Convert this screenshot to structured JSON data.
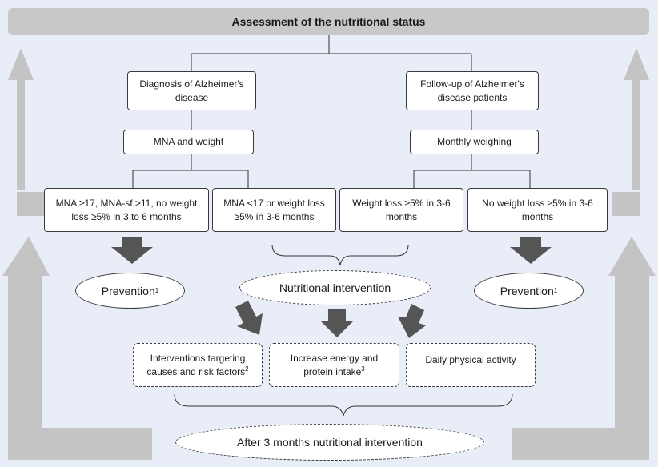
{
  "header": {
    "title": "Assessment of the nutritional status"
  },
  "left_branch": {
    "diagnosis": "Diagnosis of Alzheimer's disease",
    "mna_weight": "MNA and weight",
    "good_status": "MNA ≥17, MNA-sf >11, no weight loss ≥5% in 3 to 6 months",
    "poor_status": "MNA <17 or weight loss ≥5% in 3-6 months",
    "prevention": {
      "label": "Prevention",
      "sup": "1"
    }
  },
  "right_branch": {
    "follow_up": "Follow-up of Alzheimer's disease patients",
    "weighing": "Monthly weighing",
    "loss": "Weight loss ≥5% in 3-6 months",
    "no_loss": "No weight loss ≥5% in 3-6 months",
    "prevention": {
      "label": "Prevention",
      "sup": "1"
    }
  },
  "intervention": {
    "label": "Nutritional intervention",
    "causes": {
      "label": "Interventions targeting causes and risk factors",
      "sup": "2"
    },
    "energy": {
      "label": "Increase energy and protein intake",
      "sup": "3"
    },
    "activity": {
      "label": "Daily physical activity"
    },
    "after": "After 3 months nutritional intervention"
  },
  "colors": {
    "arrow_dark": "#555555",
    "arrow_light": "#c4c4c4",
    "background": "#e8edf8"
  }
}
